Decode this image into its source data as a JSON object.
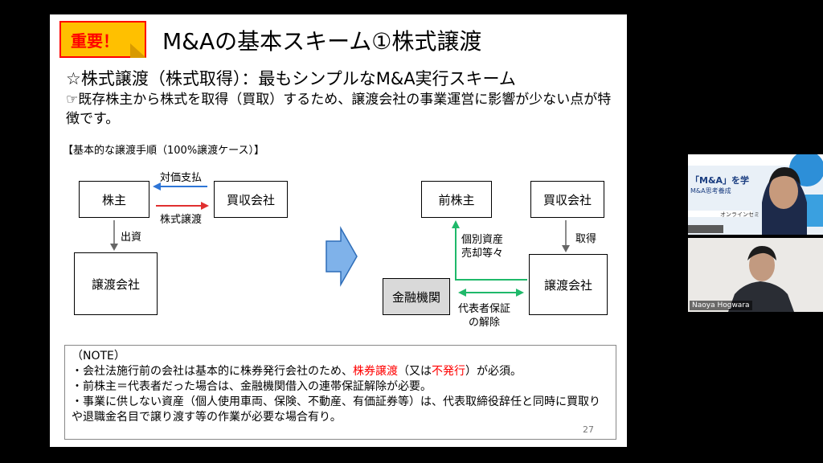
{
  "slide": {
    "badge": "重要！",
    "title": "M&Aの基本スキーム①株式譲渡",
    "subtitle": "☆株式譲渡（株式取得）：最もシンプルなM&A実行スキーム",
    "description": "☞既存株主から株式を取得（買取）するため、譲渡会社の事業運営に影響が少ない点が特徴です。",
    "section_label": "【基本的な譲渡手順（100%譲渡ケース）】",
    "diagram": {
      "left": {
        "shareholder": "株主",
        "buyer": "買収会社",
        "target": "譲渡会社",
        "payment": "対価支払",
        "transfer": "株式譲渡",
        "investment": "出資"
      },
      "right": {
        "former_shareholder": "前株主",
        "buyer": "買収会社",
        "target": "譲渡会社",
        "bank": "金融機関",
        "acquire": "取得",
        "asset_sale_line1": "個別資産",
        "asset_sale_line2": "売却等々",
        "guarantee_line1": "代表者保証",
        "guarantee_line2": "の解除"
      }
    },
    "note": {
      "heading": "（NOTE）",
      "line1_pre": "・会社法施行前の会社は基本的に株券発行会社のため、",
      "line1_red1": "株券譲渡",
      "line1_mid": "（又は",
      "line1_red2": "不発行",
      "line1_post": "）が必須。",
      "line2": "・前株主＝代表者だった場合は、金融機関借入の連帯保証解除が必要。",
      "line3": "・事業に供しない資産（個人使用車両、保険、不動産、有価証券等）は、代表取締役辞任と同時に買取りや退職金名目で譲り渡す等の作業が必要な場合有り。"
    },
    "page_number": "27"
  },
  "videos": {
    "participant2_name": "Naoya Hogwara",
    "participant1_banner": "「M&A」を学",
    "participant1_subbanner": "M&A思考養成",
    "participant1_tag": "オンラインセミ"
  },
  "colors": {
    "badge_bg": "#ffc000",
    "badge_text": "#ff0000",
    "arrow_blue": "#2e75d6",
    "arrow_red": "#e03030",
    "arrow_green": "#1fb96a",
    "big_arrow": "#7fb2ea"
  }
}
